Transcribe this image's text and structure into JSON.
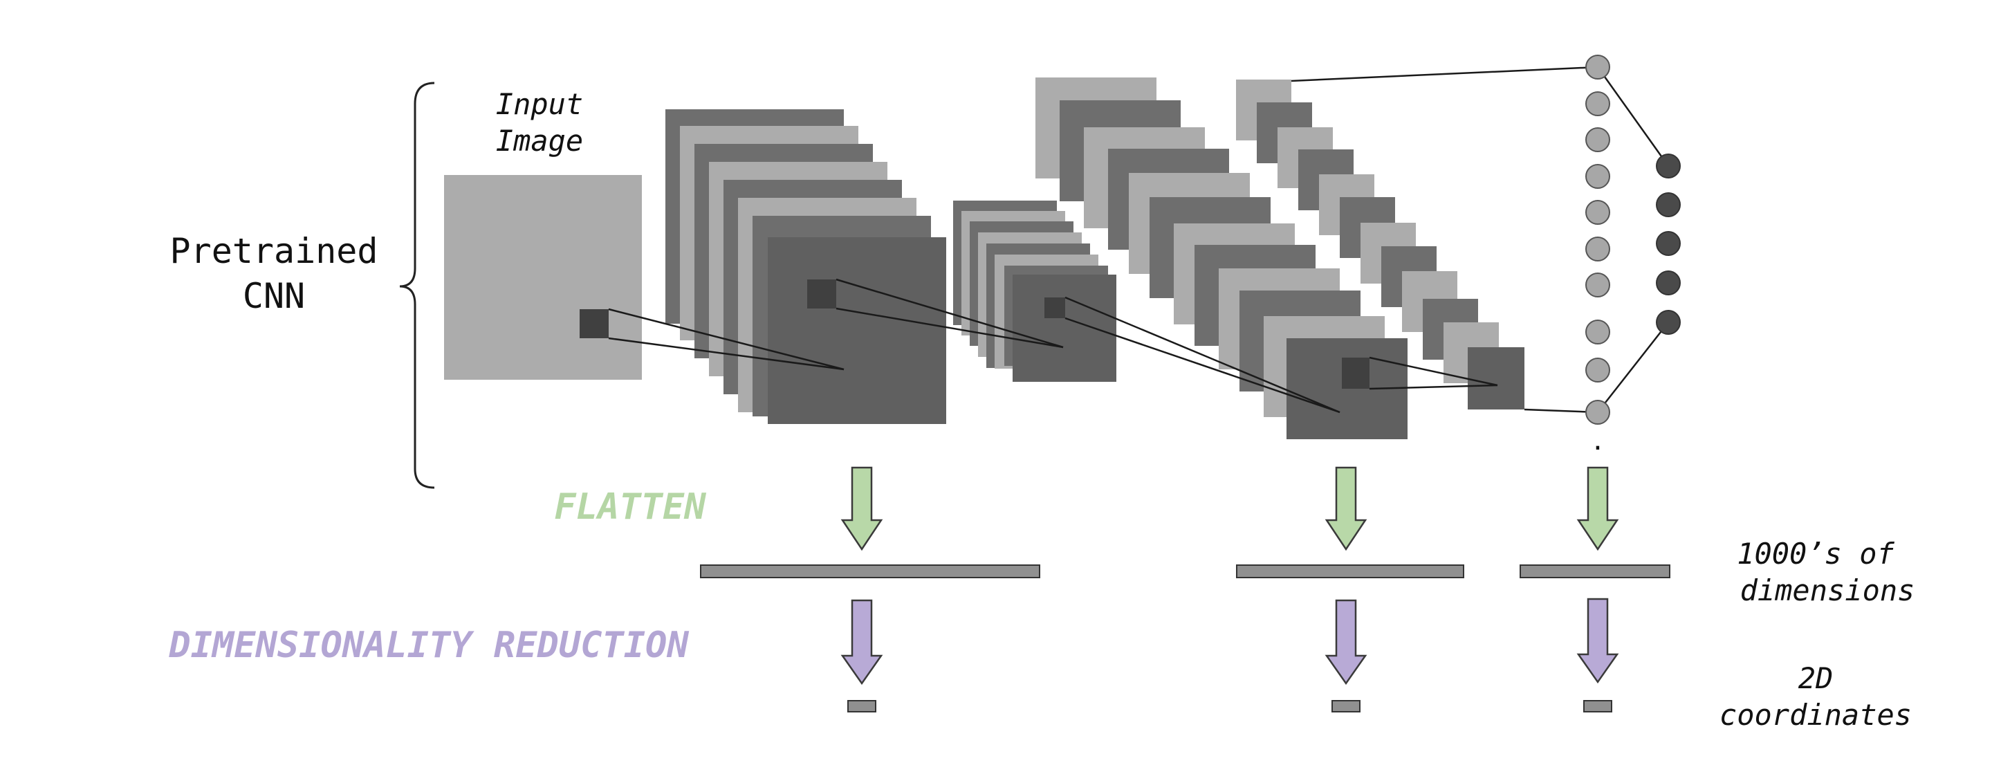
{
  "labels": {
    "pretrained_line1": "Pretrained",
    "pretrained_line2": "CNN",
    "input_line1": "Input",
    "input_line2": "Image",
    "flatten": "FLATTEN",
    "dim_reduction": "DIMENSIONALITY REDUCTION",
    "dims_line1": "1000’s of",
    "dims_line2": "dimensions",
    "coords_line1": "2D",
    "coords_line2": "coordinates",
    "ellipsis": "."
  },
  "colors": {
    "light_gray": "#acacac",
    "mid_gray": "#6e6e6e",
    "dark_gray": "#606060",
    "patch": "#404040",
    "neuron_light": "#a7a7a7",
    "neuron_dark": "#4a4a4a",
    "green_arrow": "#b8d8a8",
    "green_text": "#b5d6a5",
    "purple_arrow": "#b8aad6",
    "purple_text": "#b3a6d4",
    "bar": "#909090",
    "text": "#111111"
  }
}
